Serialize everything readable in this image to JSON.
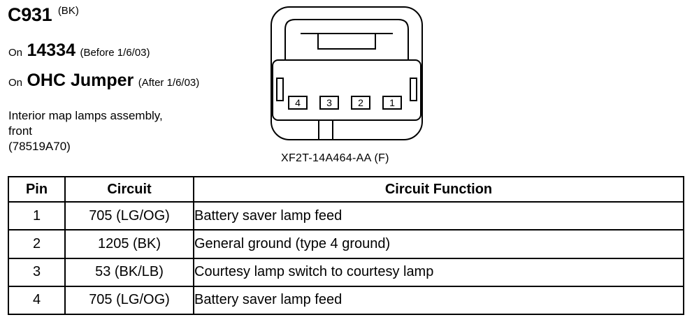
{
  "header": {
    "connector_id": "C931",
    "connector_color": "(BK)",
    "line1": {
      "prefix": "On",
      "name": "14334",
      "note": "(Before 1/6/03)"
    },
    "line2": {
      "prefix": "On",
      "name": "OHC Jumper",
      "note": "(After 1/6/03)"
    },
    "description_line1": "Interior map lamps assembly,",
    "description_line2": "front",
    "description_line3": "(78519A70)"
  },
  "connector": {
    "part_number": "XF2T-14A464-AA (F)",
    "pin_labels": [
      "4",
      "3",
      "2",
      "1"
    ]
  },
  "table": {
    "headers": [
      "Pin",
      "Circuit",
      "Circuit Function"
    ],
    "rows": [
      {
        "pin": "1",
        "circuit": "705 (LG/OG)",
        "function": "Battery saver lamp feed"
      },
      {
        "pin": "2",
        "circuit": "1205 (BK)",
        "function": "General ground (type 4 ground)"
      },
      {
        "pin": "3",
        "circuit": "53 (BK/LB)",
        "function": "Courtesy lamp switch to courtesy lamp"
      },
      {
        "pin": "4",
        "circuit": "705 (LG/OG)",
        "function": "Battery saver lamp feed"
      }
    ]
  }
}
